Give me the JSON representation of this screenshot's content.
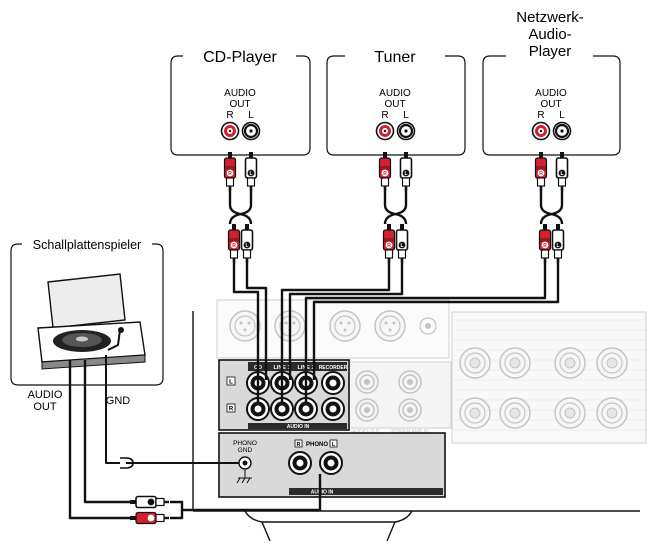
{
  "devices": {
    "cd_player": {
      "title": "CD-Player",
      "audio": "AUDIO",
      "out": "OUT",
      "r": "R",
      "l": "L"
    },
    "tuner": {
      "title": "Tuner",
      "audio": "AUDIO",
      "out": "OUT",
      "r": "R",
      "l": "L"
    },
    "network_player": {
      "title_line1": "Netzwerk-",
      "title_line2": "Audio-",
      "title_line3": "Player",
      "audio": "AUDIO",
      "out": "OUT",
      "r": "R",
      "l": "L"
    },
    "turntable": {
      "title": "Schallplattenspieler",
      "audio_line1": "AUDIO",
      "audio_line2": "OUT",
      "gnd": "GND"
    }
  },
  "panel": {
    "col_cd": "CD",
    "col_line1": "LINE 1",
    "col_line2": "LINE 2",
    "col_recorder": "RECORDER",
    "row_l": "L",
    "row_r": "R",
    "audio_in": "AUDIO IN",
    "audio_out": "AUDIO OUT",
    "power_amp_in": "POWER AMP IN",
    "phono_gnd_line1": "PHONO",
    "phono_gnd_line2": "GND",
    "phono_r": "R",
    "phono_label": "PHONO",
    "phono_l": "L",
    "phono_audio_in": "AUDIO IN"
  },
  "colors": {
    "red": "#d2202f",
    "black": "#111111",
    "faint": "#c8c8c8",
    "panel": "#d9d9d9",
    "panel_dark": "#2b2b2b"
  }
}
